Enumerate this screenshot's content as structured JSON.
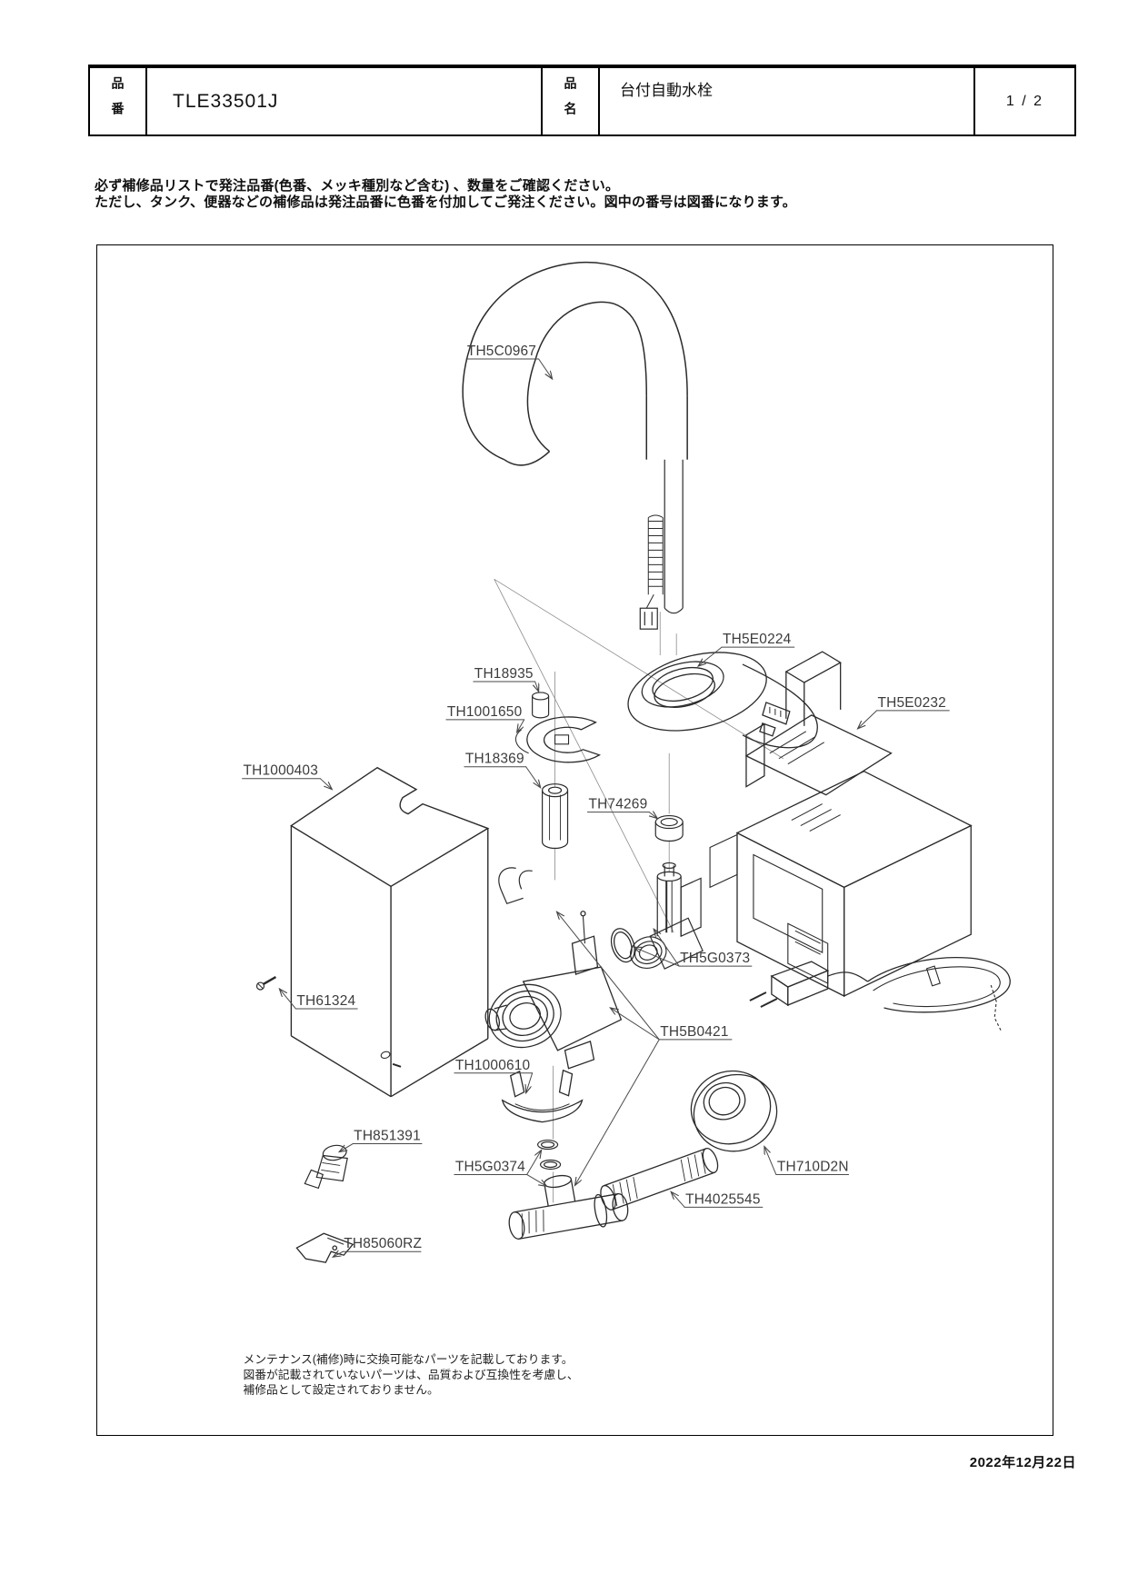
{
  "header": {
    "part_no_label": "品番",
    "part_no": "TLE33501J",
    "name_label": "品名",
    "name": "台付自動水栓",
    "page": "1 / 2"
  },
  "notice": {
    "line1": "必ず補修品リストで発注品番(色番、メッキ種別など含む) 、数量をご確認ください。",
    "line2": "ただし、タンク、便器などの補修品は発注品番に色番を付加してご発注ください。図中の番号は図番になります。"
  },
  "parts": {
    "spout": "TH5C0967",
    "sensor_base": "TH5E0224",
    "controller": "TH5E0232",
    "spacer": "TH18935",
    "c_ring": "TH1001650",
    "bush": "TH18369",
    "union_nut": "TH74269",
    "cover_box": "TH1000403",
    "o_ring": "TH5G0373",
    "screw": "TH61324",
    "valve_unit": "TH5B0421",
    "clamp": "TH1000610",
    "plug": "TH851391",
    "packing": "TH5G0374",
    "escutcheon": "TH710D2N",
    "nipple": "TH4025545",
    "key": "TH85060RZ"
  },
  "footnote": {
    "line1": "メンテナンス(補修)時に交換可能なパーツを記載しております。",
    "line2": "図番が記載されていないパーツは、品質および互換性を考慮し、",
    "line3": "補修品として設定されておりません。"
  },
  "date": "2022年12月22日"
}
